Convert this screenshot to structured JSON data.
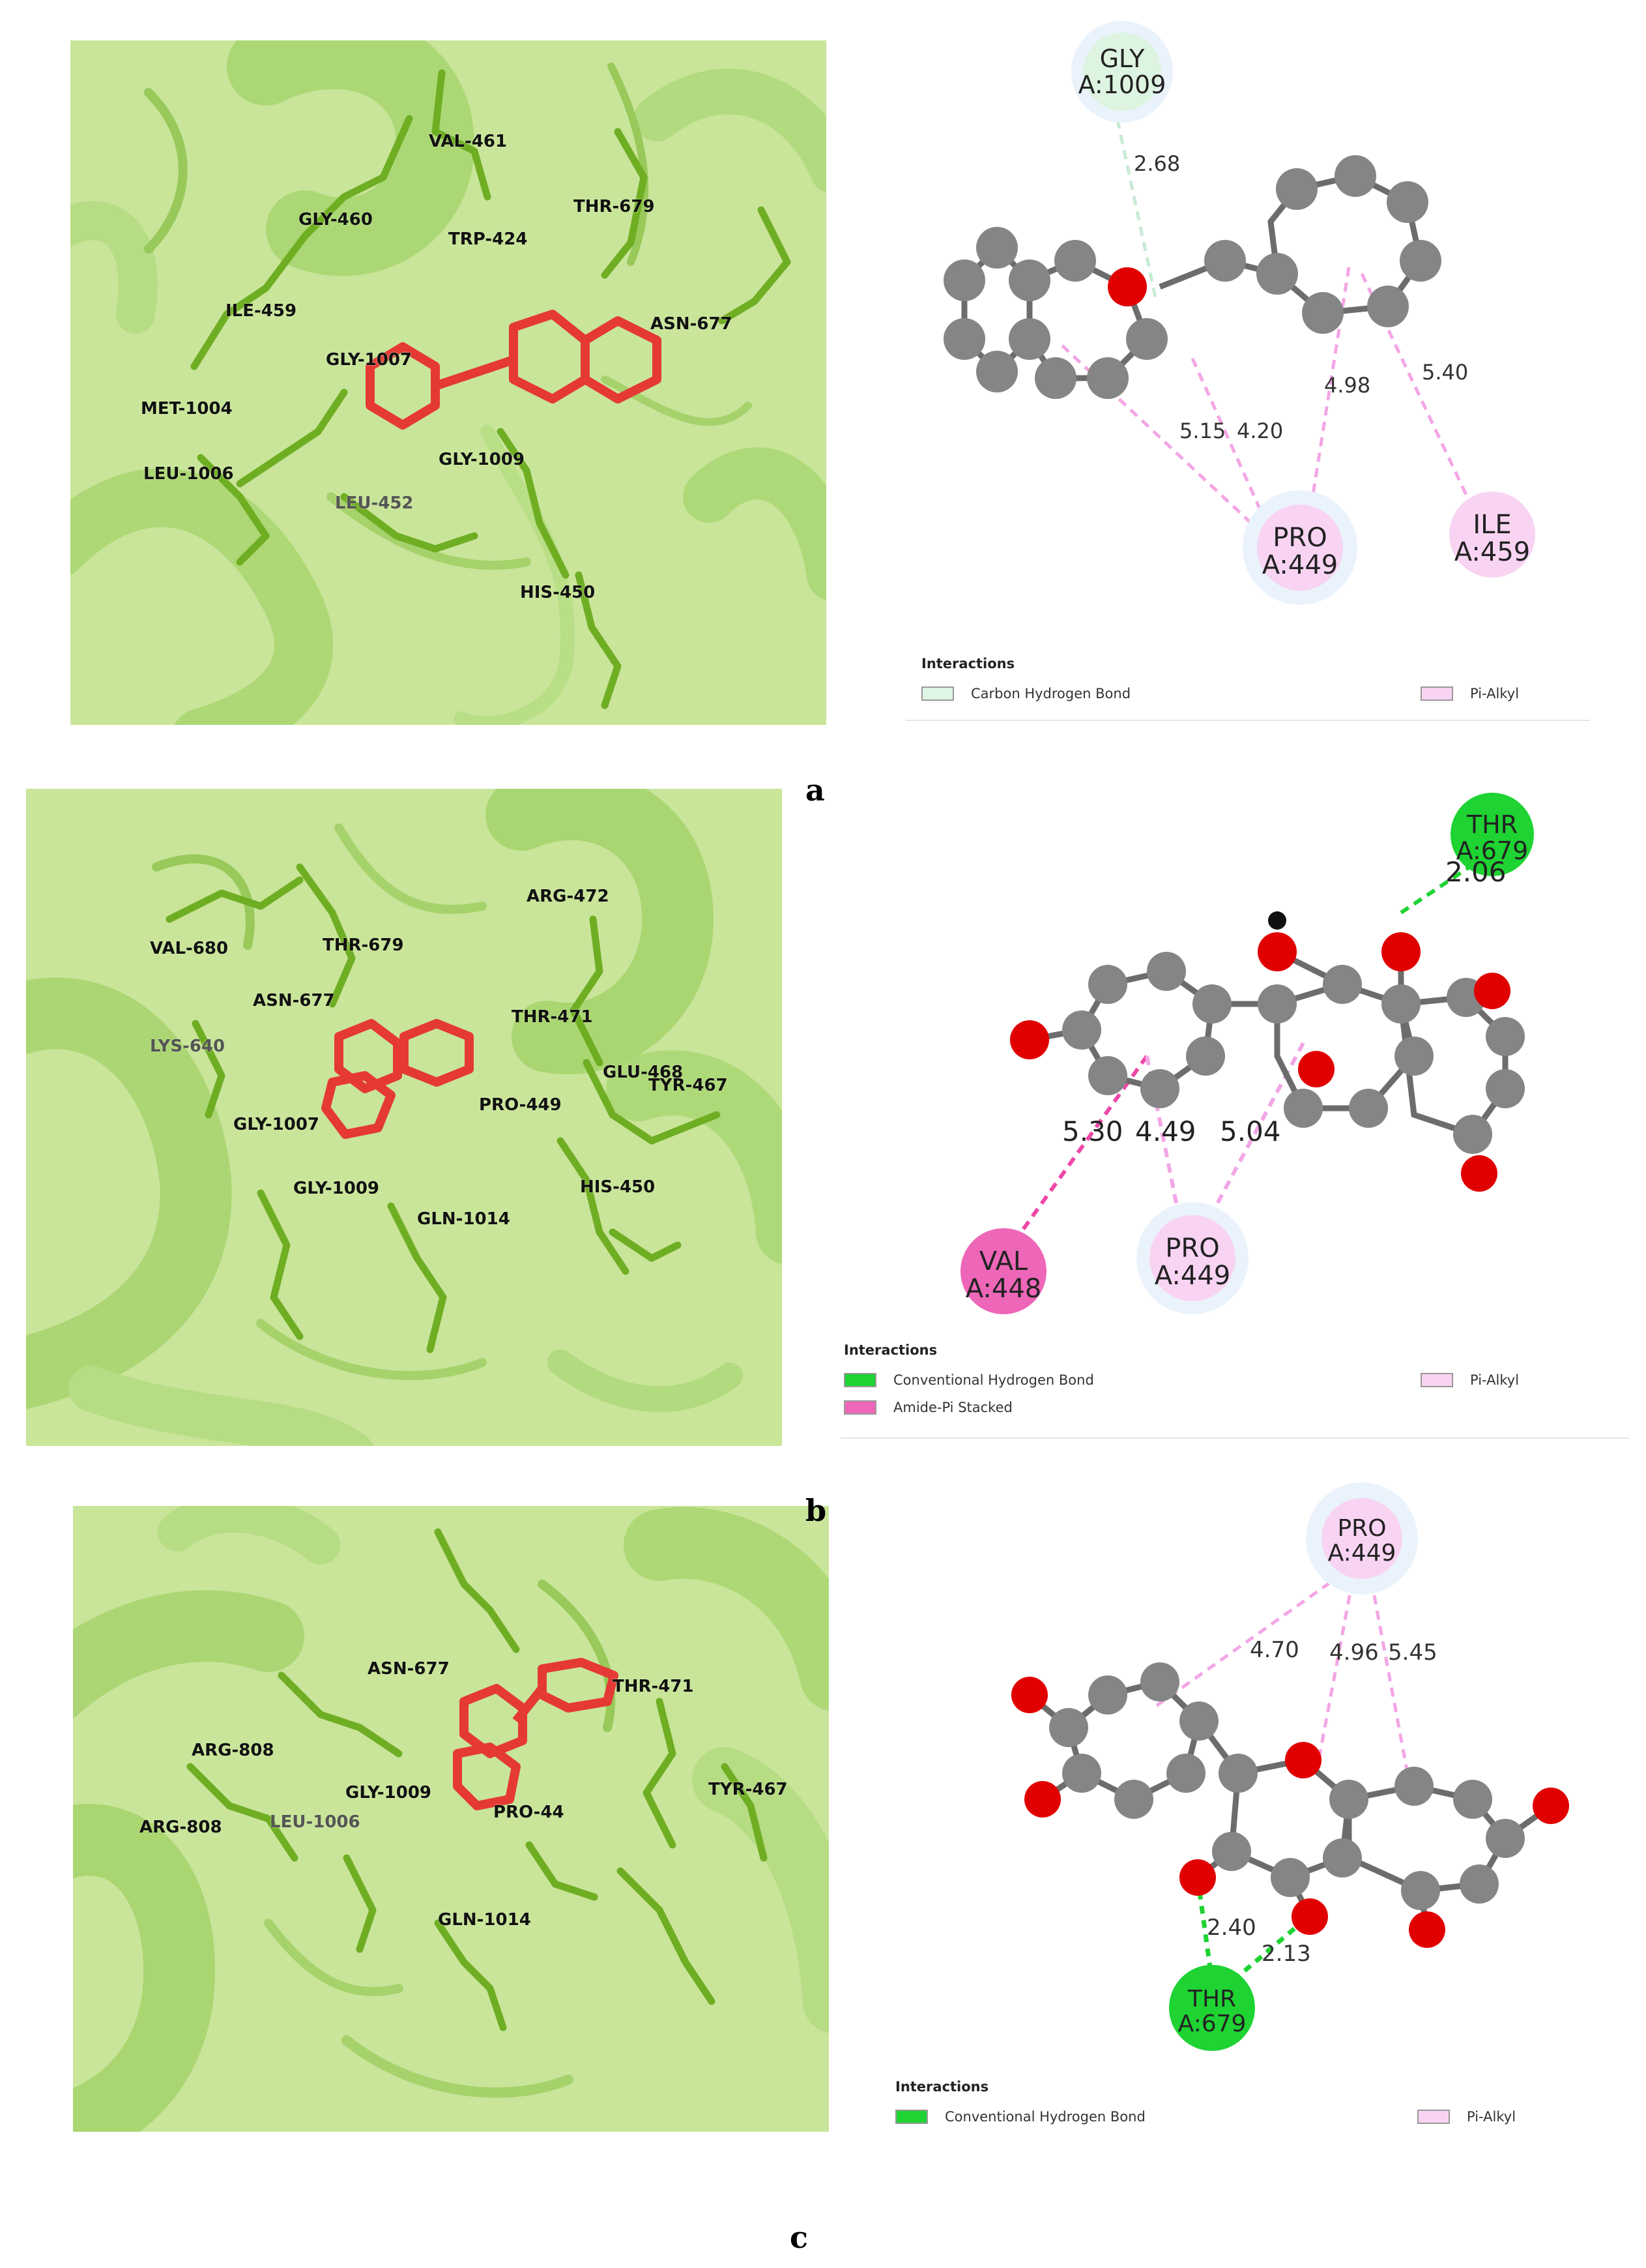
{
  "colors": {
    "protein": "#9dcf63",
    "residue": "#6fae23",
    "ligand": "#e53935",
    "atom_c": "#808080",
    "atom_o": "#e00000",
    "carbon_h_bond": "#dff5e6",
    "conventional_h_bond": "#1ed332",
    "amide_pi_stacked": "#ee66b8",
    "pi_alkyl": "#f6c8f0"
  },
  "panels": [
    {
      "letter": "a",
      "residues": [
        "VAL-461",
        "GLY-460",
        "TRP-424",
        "THR-679",
        "ILE-459",
        "ASN-677",
        "GLY-1007",
        "MET-1004",
        "LEU-1006",
        "GLY-1009",
        "LEU-452",
        "HIS-450"
      ],
      "nodes": [
        {
          "name": "GLY",
          "id": "A:1009"
        },
        {
          "name": "PRO",
          "id": "A:449"
        },
        {
          "name": "ILE",
          "id": "A:459"
        }
      ],
      "distances": [
        "2.68",
        "5.15",
        "4.20",
        "4.98",
        "5.40"
      ],
      "legend": {
        "title": "Interactions",
        "items": [
          "Carbon Hydrogen Bond",
          "Pi-Alkyl"
        ]
      }
    },
    {
      "letter": "b",
      "residues": [
        "ARG-472",
        "VAL-680",
        "THR-679",
        "ASN-677",
        "THR-471",
        "LYS-640",
        "GLU-468",
        "TYR-467",
        "PRO-449",
        "GLY-1007",
        "GLY-1009",
        "HIS-450",
        "GLN-1014"
      ],
      "nodes": [
        {
          "name": "THR",
          "id": "A:679"
        },
        {
          "name": "VAL",
          "id": "A:448"
        },
        {
          "name": "PRO",
          "id": "A:449"
        }
      ],
      "distances": [
        "2.06",
        "5.30",
        "4.49",
        "5.04"
      ],
      "legend": {
        "title": "Interactions",
        "items": [
          "Conventional Hydrogen Bond",
          "Amide-Pi Stacked",
          "Pi-Alkyl"
        ]
      }
    },
    {
      "letter": "c",
      "residues": [
        "ASN-677",
        "THR-471",
        "ARG-808",
        "ARG-808",
        "TYR-467",
        "GLY-1009",
        "PRO-44",
        "LEU-1006",
        "GLN-1014"
      ],
      "nodes": [
        {
          "name": "PRO",
          "id": "A:449"
        },
        {
          "name": "THR",
          "id": "A:679"
        }
      ],
      "distances": [
        "4.70",
        "4.96",
        "5.45",
        "2.40",
        "2.13"
      ],
      "legend": {
        "title": "Interactions",
        "items": [
          "Conventional Hydrogen Bond",
          "Pi-Alkyl"
        ]
      }
    }
  ]
}
